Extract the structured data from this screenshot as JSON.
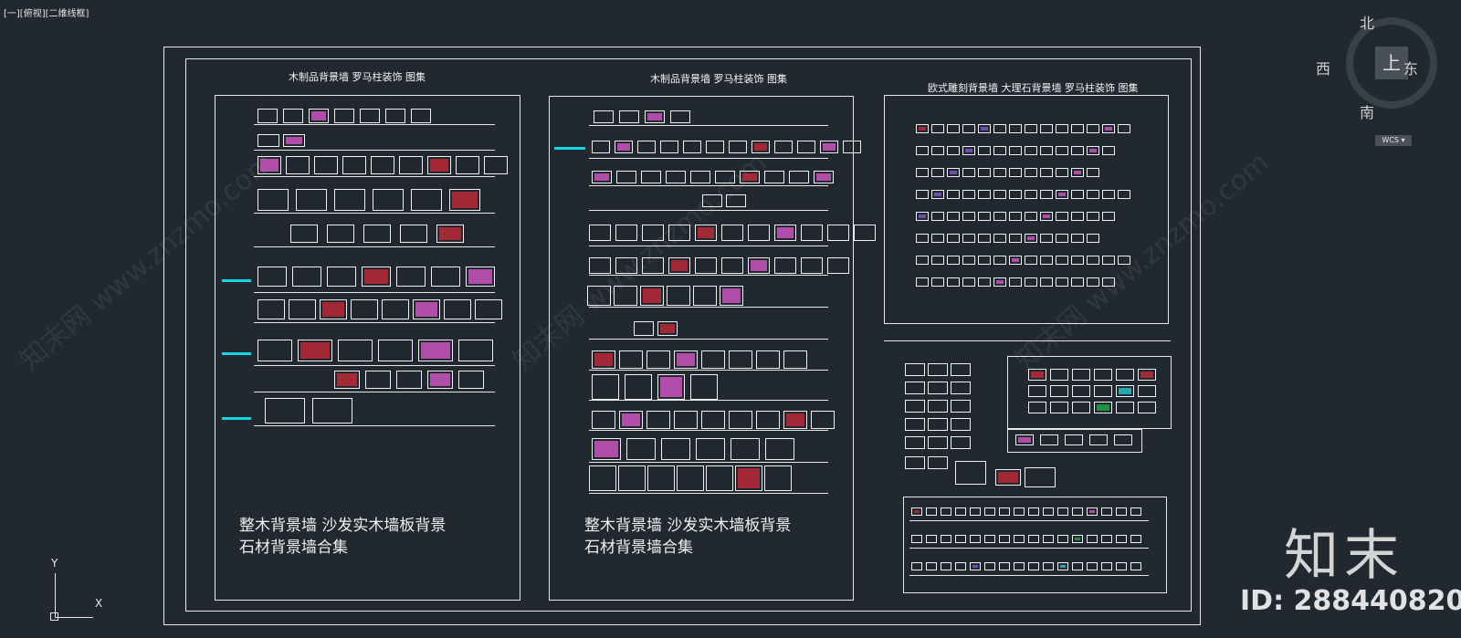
{
  "viewport": {
    "label": "[一][俯视][二维线框]"
  },
  "panels": [
    {
      "title": "木制品背景墙  罗马柱装饰 图集",
      "caption_line1": "整木背景墙 沙发实木墙板背景",
      "caption_line2": "石材背景墙合集"
    },
    {
      "title": "木制品背景墙  罗马柱装饰 图集",
      "caption_line1": "整木背景墙 沙发实木墙板背景",
      "caption_line2": "石材背景墙合集"
    },
    {
      "title": "欧式雕刻背景墙 大理石背景墙 罗马柱装饰 图集"
    }
  ],
  "compass": {
    "north": "北",
    "south": "南",
    "east": "东",
    "west": "西",
    "center": "上",
    "coord_system": "WCS"
  },
  "ucs": {
    "x_label": "X",
    "y_label": "Y"
  },
  "brand": {
    "logo": "知末",
    "id": "ID: 288440820"
  },
  "watermark": {
    "text": "知末网 www.znzmo.com"
  },
  "colors": {
    "background": "#212830",
    "line": "#e9e9e9",
    "accent_cyan": "#16d6e2"
  }
}
